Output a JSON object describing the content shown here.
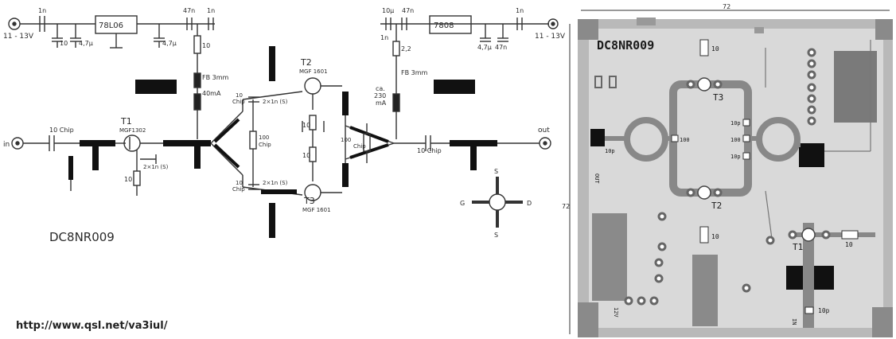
{
  "schematic": {
    "title": "DC8NR009",
    "supply_left": "11 - 13V",
    "supply_right": "11 - 13V",
    "regulator_left": "78L06",
    "regulator_right": "7808",
    "cap_1n_a": "1n",
    "cap_10": "10",
    "cap_4u7_a": "4,7µ",
    "cap_4u7_b": "4,7µ",
    "cap_47n_a": "47n",
    "cap_1n_b": "1n",
    "res_10_a": "10",
    "fb_left": "FB 3mm",
    "current_left": "40mA",
    "cap_10u": "10µ",
    "cap_47n_b": "47n",
    "cap_1n_c": "1n",
    "res_2_2": "2,2",
    "fb_right": "FB 3mm",
    "current_right_a": "ca.",
    "current_right_b": "230",
    "current_right_c": "mA",
    "cap_4u7_c": "4,7µ",
    "cap_47n_c": "47n",
    "cap_1n_d": "1n",
    "in_label": "in",
    "out_label": "out",
    "chip_in": "10 Chip",
    "t1_name": "T1",
    "t1_type": "MGF1302",
    "t1_bypass": "2×1n (S)",
    "t1_res": "10",
    "t2_name": "T2",
    "t2_type": "MGF 1601",
    "t2_bypass": "2×1n (S)",
    "t3_name": "T3",
    "t3_type": "MGF 1601",
    "t3_bypass": "2×1n (S)",
    "chip_10_top": "10",
    "chip_10_top_b": "Chip",
    "chip_10_bot": "10",
    "chip_10_bot_b": "Chip",
    "chip_100_left_a": "100",
    "chip_100_left_b": "Chip",
    "res_10_mid_a": "10",
    "res_10_mid_b": "10",
    "chip_100_right_a": "100",
    "chip_100_right_b": "Chip",
    "chip_out": "10 Chip",
    "pin_g": "G",
    "pin_d": "D",
    "pin_s_top": "S",
    "pin_s_bot": "S"
  },
  "pcb": {
    "title": "DC8NR009",
    "dim_top": "72",
    "dim_left": "72",
    "res_top": "10",
    "t3": "T3",
    "cap_10p_a": "10p",
    "cap_100_a": "100",
    "cap_10p_b": "10p",
    "cap_100_left": "100",
    "cap_10p_left": "10p",
    "out_label": "OUT",
    "t2": "T2",
    "res_mid": "10",
    "t1": "T1",
    "res_right": "10",
    "cap_10p_bottom": "10p",
    "in_label": "IN",
    "v12_label": "12V"
  },
  "footer": {
    "url": "http://www.qsl.net/va3iul/"
  }
}
